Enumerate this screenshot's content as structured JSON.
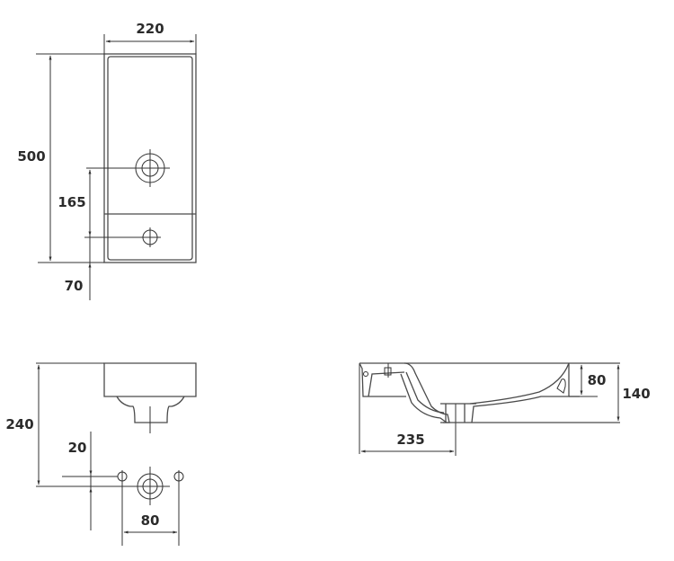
{
  "diagram": {
    "type": "technical-drawing",
    "subject": "wall-hung washbasin dimensional drawing",
    "line_color": "#333333",
    "text_color": "#2b2b2b",
    "background": "#ffffff"
  },
  "views": {
    "top_view": {
      "dimensions": {
        "width": "220",
        "length": "500",
        "tap_hole_offset": "165",
        "drain_offset": "70"
      }
    },
    "front_view": {
      "dimensions": {
        "height": "240",
        "fixing_offset": "20",
        "fixing_spacing": "80"
      }
    },
    "side_view": {
      "dimensions": {
        "drain_depth": "235",
        "bowl_depth": "80",
        "total_height": "140"
      }
    }
  }
}
